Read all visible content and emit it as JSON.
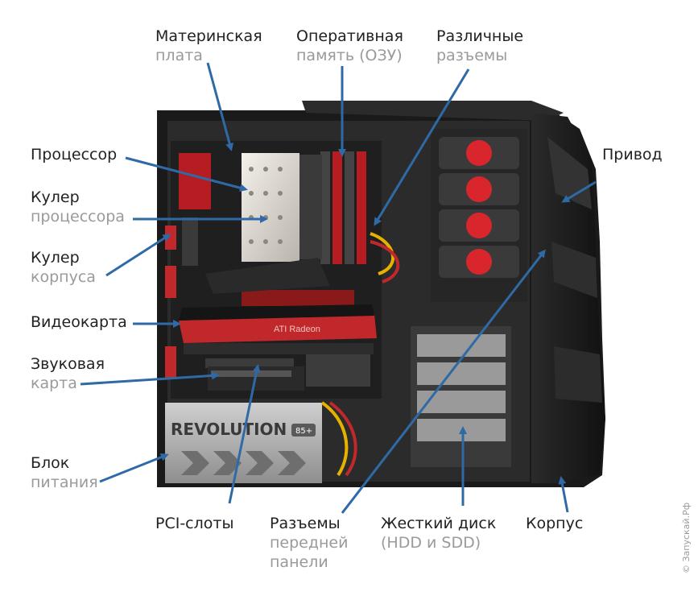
{
  "labels": {
    "motherboard": {
      "line1": "Материнская",
      "line2": "плата"
    },
    "ram": {
      "line1": "Оперативная",
      "line2": "память (ОЗУ)"
    },
    "connectors": {
      "line1": "Различные",
      "line2": "разъемы"
    },
    "cpu": {
      "line1": "Процессор"
    },
    "cpu_cooler": {
      "line1": "Кулер",
      "line2": "процессора"
    },
    "case_cooler": {
      "line1": "Кулер",
      "line2": "корпуса"
    },
    "gpu": {
      "line1": "Видеокарта"
    },
    "sound_card": {
      "line1": "Звуковая",
      "line2": "карта"
    },
    "psu": {
      "line1": "Блок",
      "line2": "питания"
    },
    "pci": {
      "line1": "PCI-слоты"
    },
    "front_panel": {
      "line1": "Разъемы",
      "line2": "передней",
      "line3": "панели"
    },
    "hdd": {
      "line1": "Жесткий диск",
      "line2": "(HDD и SDD)"
    },
    "case": {
      "line1": "Корпус"
    },
    "drive": {
      "line1": "Привод"
    }
  },
  "psu_brand": "REVOLUTION",
  "psu_badge": "85+",
  "gpu_brand": "ATI Radeon",
  "watermark": "© Запускай.Рф",
  "colors": {
    "arrow": "#2f6aa6",
    "text": "#222222",
    "subtext": "#9a9a9a",
    "accent": "#d9262c"
  }
}
